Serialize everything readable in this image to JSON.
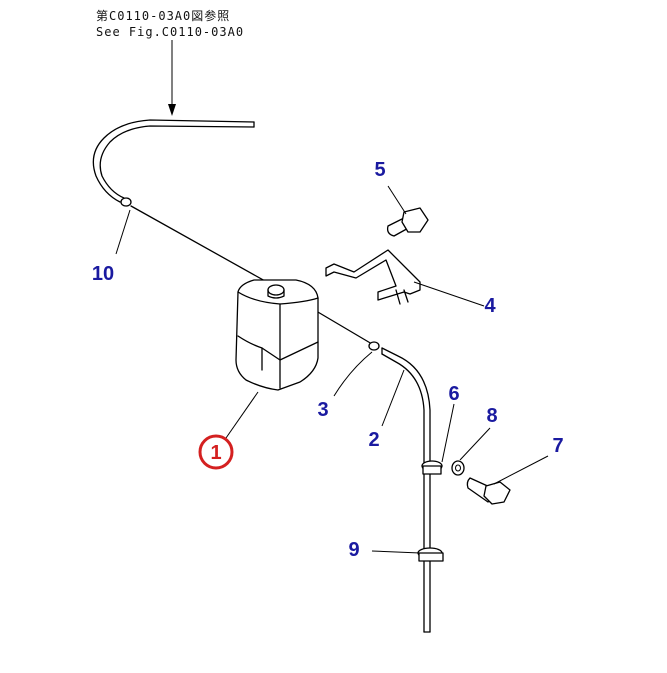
{
  "reference": {
    "line1": "第C0110-03A0図参照",
    "line2": "See Fig.C0110-03A0"
  },
  "callouts": [
    {
      "id": "c1",
      "label": "1",
      "highlighted": true
    },
    {
      "id": "c2",
      "label": "2"
    },
    {
      "id": "c3",
      "label": "3"
    },
    {
      "id": "c4",
      "label": "4"
    },
    {
      "id": "c5",
      "label": "5"
    },
    {
      "id": "c6",
      "label": "6"
    },
    {
      "id": "c7",
      "label": "7"
    },
    {
      "id": "c8",
      "label": "8"
    },
    {
      "id": "c9",
      "label": "9"
    },
    {
      "id": "c10",
      "label": "10"
    }
  ],
  "colors": {
    "callout": "#1a1aa0",
    "highlight": "#d42020",
    "line": "#000000"
  }
}
